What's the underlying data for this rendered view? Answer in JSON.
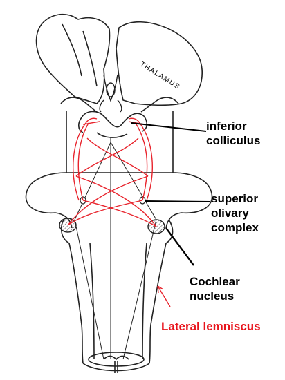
{
  "labels": {
    "thalamus": "THALAMUS",
    "inferior_colliculus": [
      "inferior",
      "colliculus"
    ],
    "superior_olivary": [
      "superior",
      "olivary",
      "complex"
    ],
    "cochlear_nucleus": [
      "Cochlear",
      "nucleus"
    ],
    "lateral_lemniscus": "Lateral lemniscus"
  },
  "colors": {
    "outline": "#222222",
    "pathway": "#e8232c",
    "label_text": "#000000",
    "lateral_label": "#e8141c"
  }
}
